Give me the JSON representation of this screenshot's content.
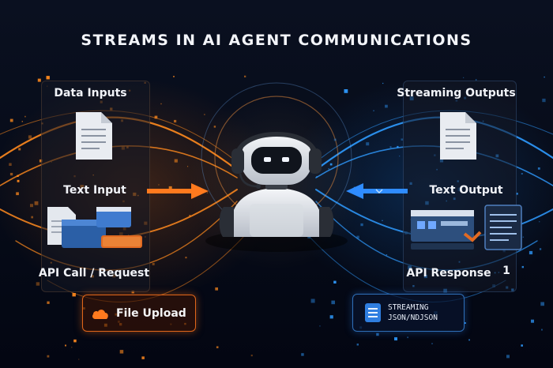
{
  "title": "STREAMS IN AI AGENT COMMUNICATIONS",
  "left": {
    "items": [
      "Data Inputs",
      "Text Input",
      "API Call / Request"
    ],
    "chip": "File Upload"
  },
  "right": {
    "items": [
      "Streaming Outputs",
      "Text Output",
      "API Response"
    ],
    "response_marker": "1",
    "chip_line1": "STREAMING",
    "chip_line2": "JSON/NDJSON"
  },
  "colors": {
    "input_stream": "#ff8a1e",
    "output_stream": "#2f9bff",
    "background": "#050a16"
  },
  "icons": [
    "document-icon",
    "arrow-right-icon",
    "arrow-left-icon",
    "windows-icon",
    "robot-icon",
    "cloud-icon",
    "list-icon"
  ]
}
